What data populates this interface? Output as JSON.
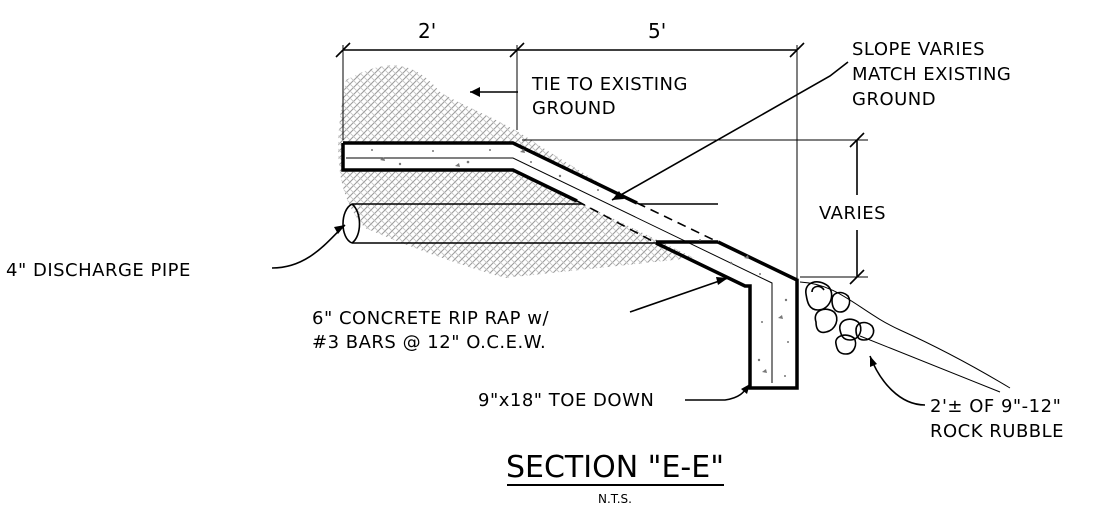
{
  "title": "SECTION \"E-E\"",
  "scale_note": "N.T.S.",
  "dimensions": {
    "left_width": "2'",
    "right_width": "5'",
    "height": "VARIES"
  },
  "labels": {
    "tie_line1": "TIE TO EXISTING",
    "tie_line2": "GROUND",
    "slope_line1": "SLOPE VARIES",
    "slope_line2": "MATCH EXISTING",
    "slope_line3": "GROUND",
    "pipe": "4\" DISCHARGE PIPE",
    "riprap_line1": "6\" CONCRETE RIP RAP w/",
    "riprap_line2": "#3 BARS @ 12\" O.C.E.W.",
    "toe": "9\"x18\" TOE DOWN",
    "rubble_line1": "2'± OF 9\"-12\"",
    "rubble_line2": "ROCK RUBBLE"
  }
}
